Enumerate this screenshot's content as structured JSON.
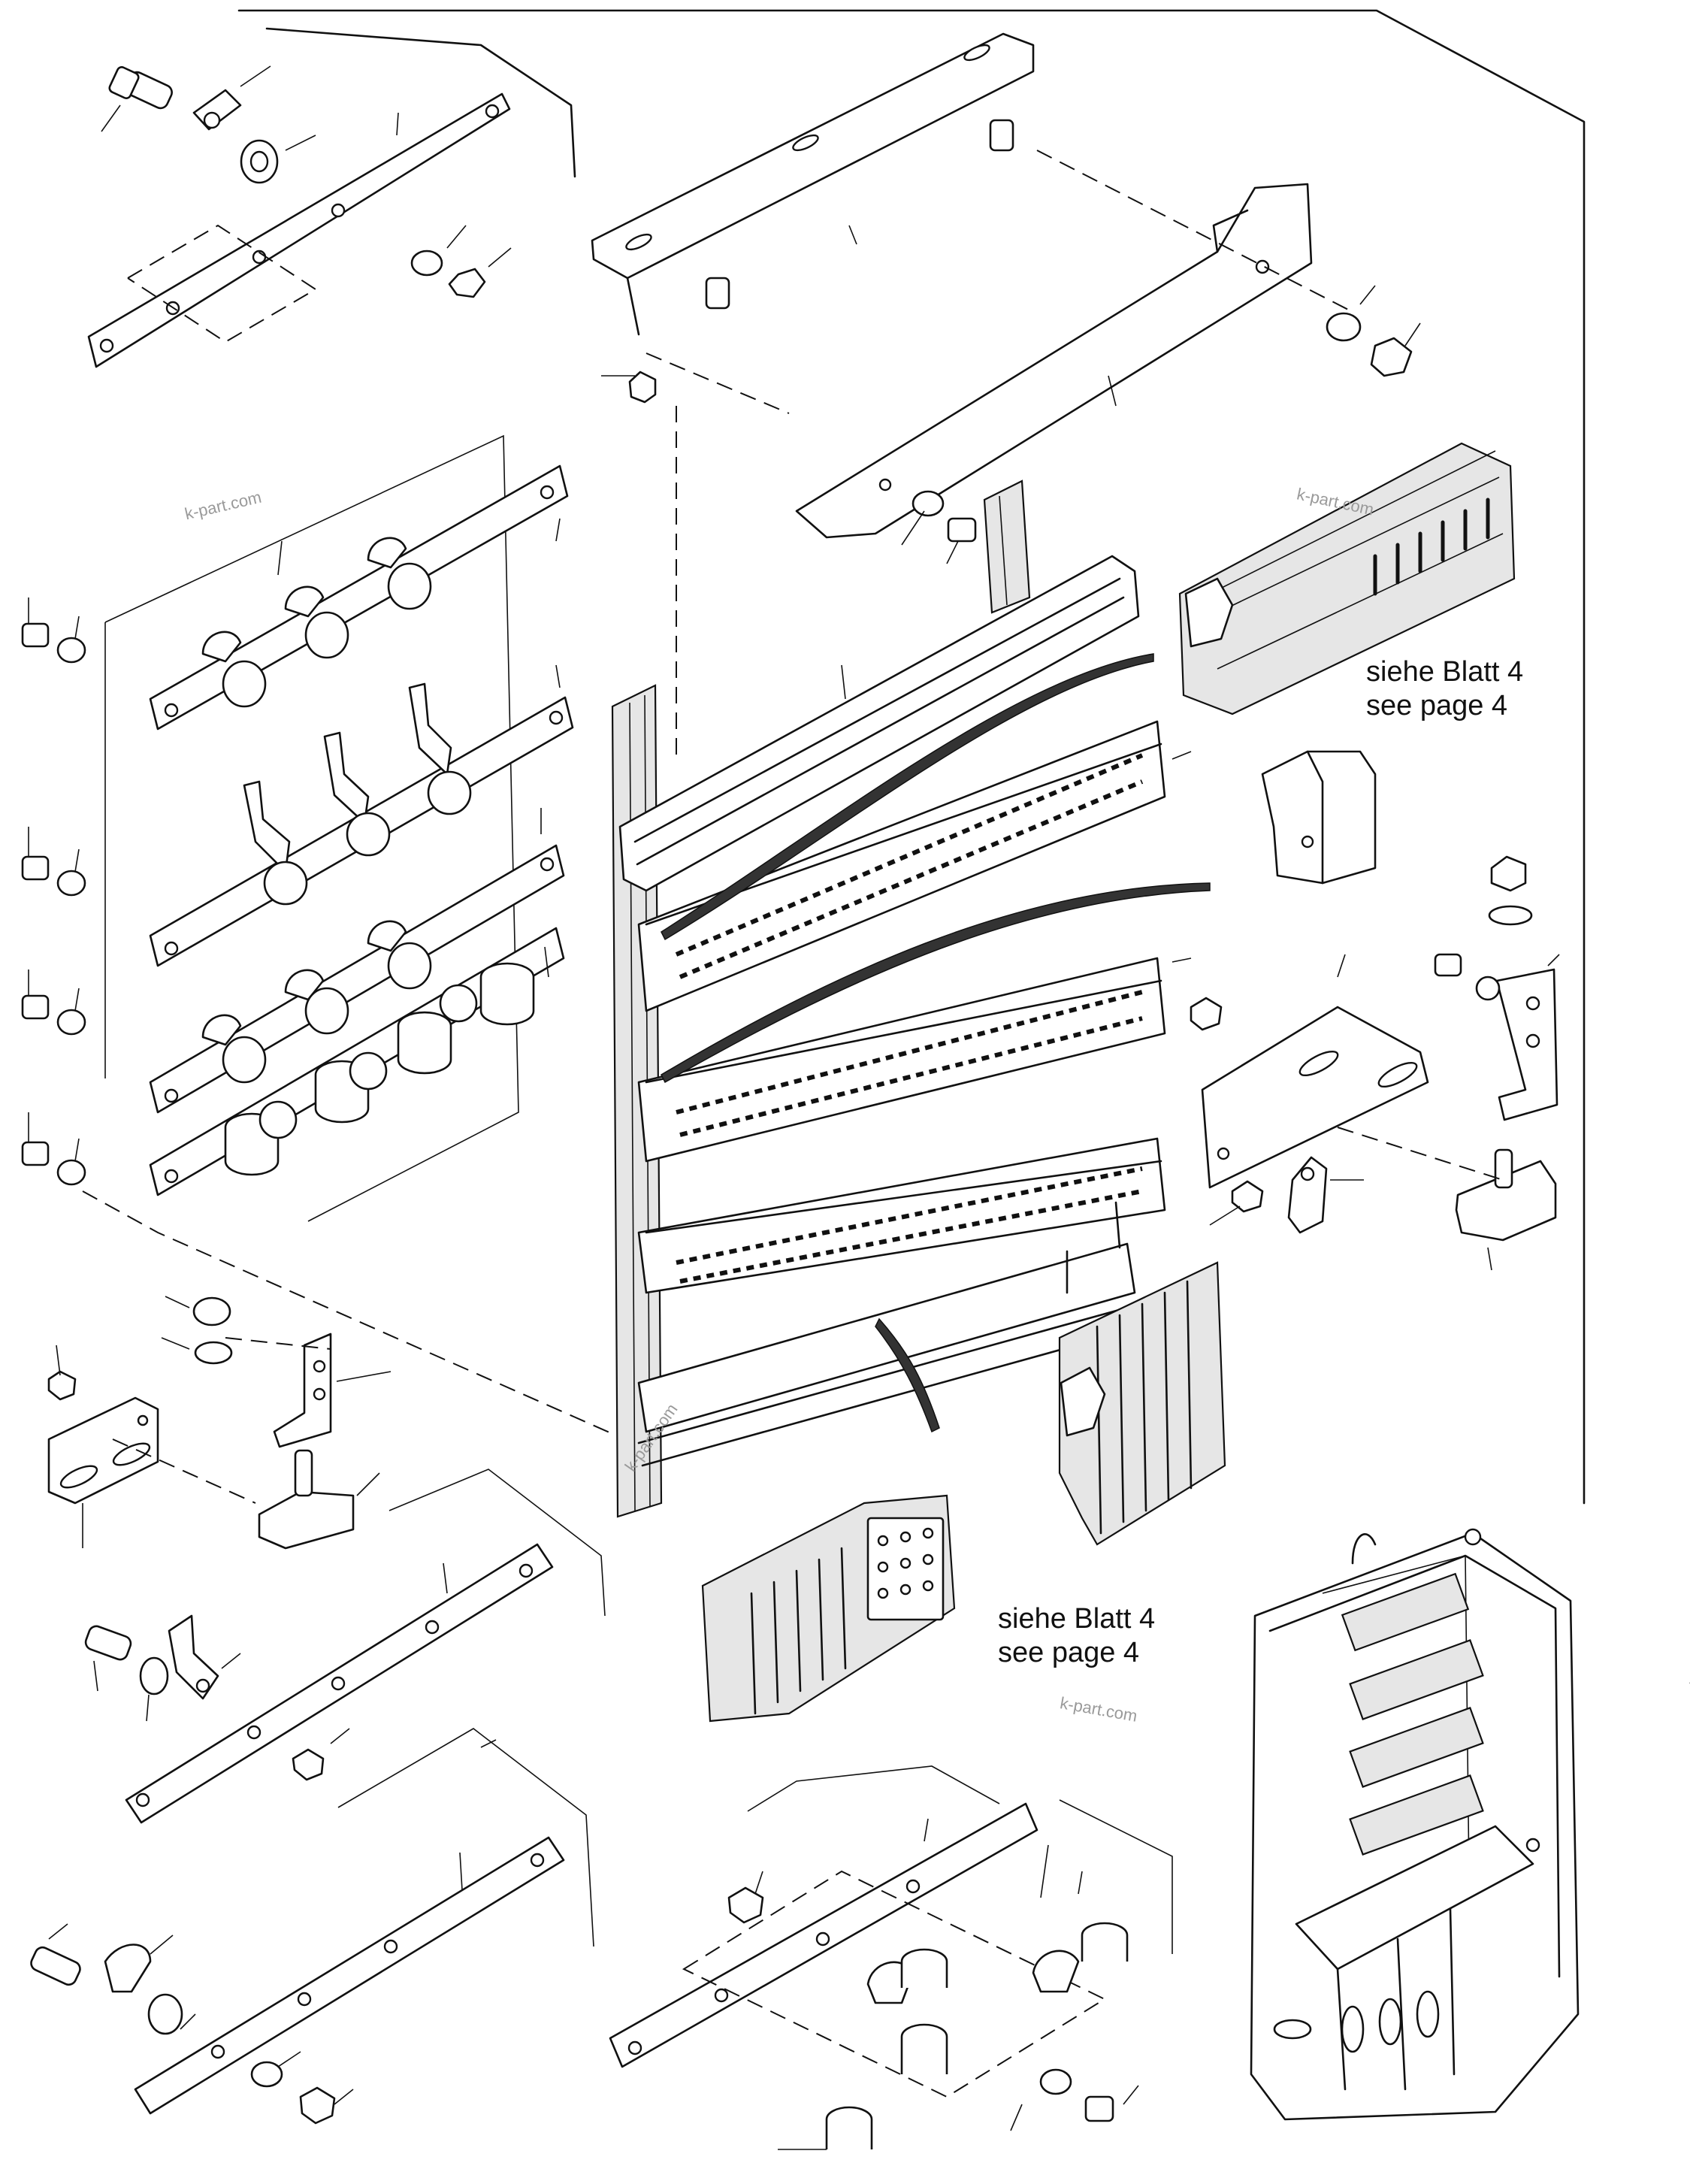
{
  "references": [
    {
      "line1": "siehe Blatt 4",
      "line2": "see page 4"
    },
    {
      "line1": "siehe Blatt 4",
      "line2": "see page 4"
    }
  ],
  "watermarks": [
    "k-part.com",
    "k-part.com",
    "k-part.com",
    "k-part.com"
  ]
}
